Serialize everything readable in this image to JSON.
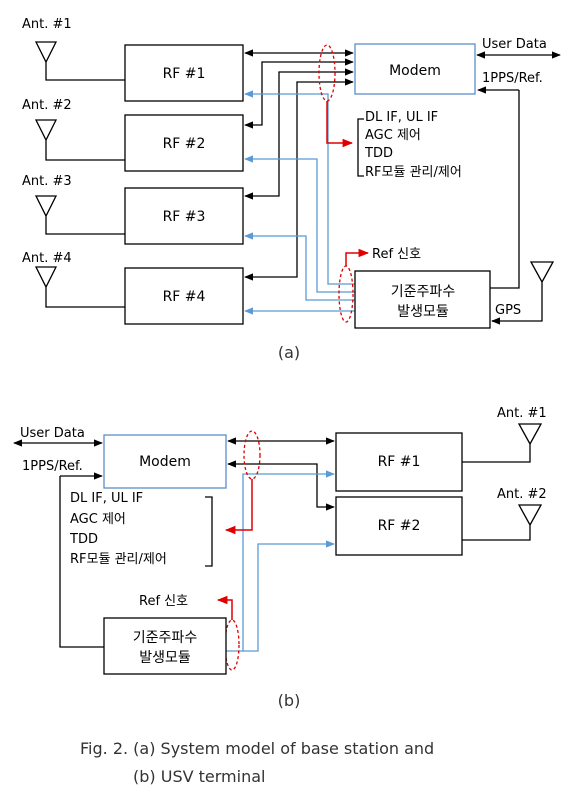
{
  "diagram_a": {
    "antennas": [
      "Ant. #1",
      "Ant. #2",
      "Ant. #3",
      "Ant. #4"
    ],
    "rf_boxes": [
      "RF #1",
      "RF #2",
      "RF #3",
      "RF #4"
    ],
    "modem": "Modem",
    "user_data": "User Data",
    "pps_ref": "1PPS/Ref.",
    "control_list": [
      "DL IF, UL IF",
      "AGC 제어",
      "TDD",
      "RF모듈 관리/제어"
    ],
    "ref_signal": "Ref 신호",
    "freq_gen_line1": "기준주파수",
    "freq_gen_line2": "발생모듈",
    "gps": "GPS",
    "label": "(a)"
  },
  "diagram_b": {
    "antennas": [
      "Ant. #1",
      "Ant. #2"
    ],
    "rf_boxes": [
      "RF #1",
      "RF #2"
    ],
    "modem": "Modem",
    "user_data": "User Data",
    "pps_ref": "1PPS/Ref.",
    "control_list": [
      "DL IF, UL IF",
      "AGC 제어",
      "TDD",
      "RF모듈 관리/제어"
    ],
    "ref_signal": "Ref 신호",
    "freq_gen_line1": "기준주파수",
    "freq_gen_line2": "발생모듈",
    "label": "(b)"
  },
  "caption": {
    "line1": "Fig. 2. (a) System model of base station and",
    "line2": "(b) USV terminal"
  },
  "colors": {
    "black_line": "#000000",
    "blue_line": "#5b9bd5",
    "red_line": "#e00000"
  }
}
